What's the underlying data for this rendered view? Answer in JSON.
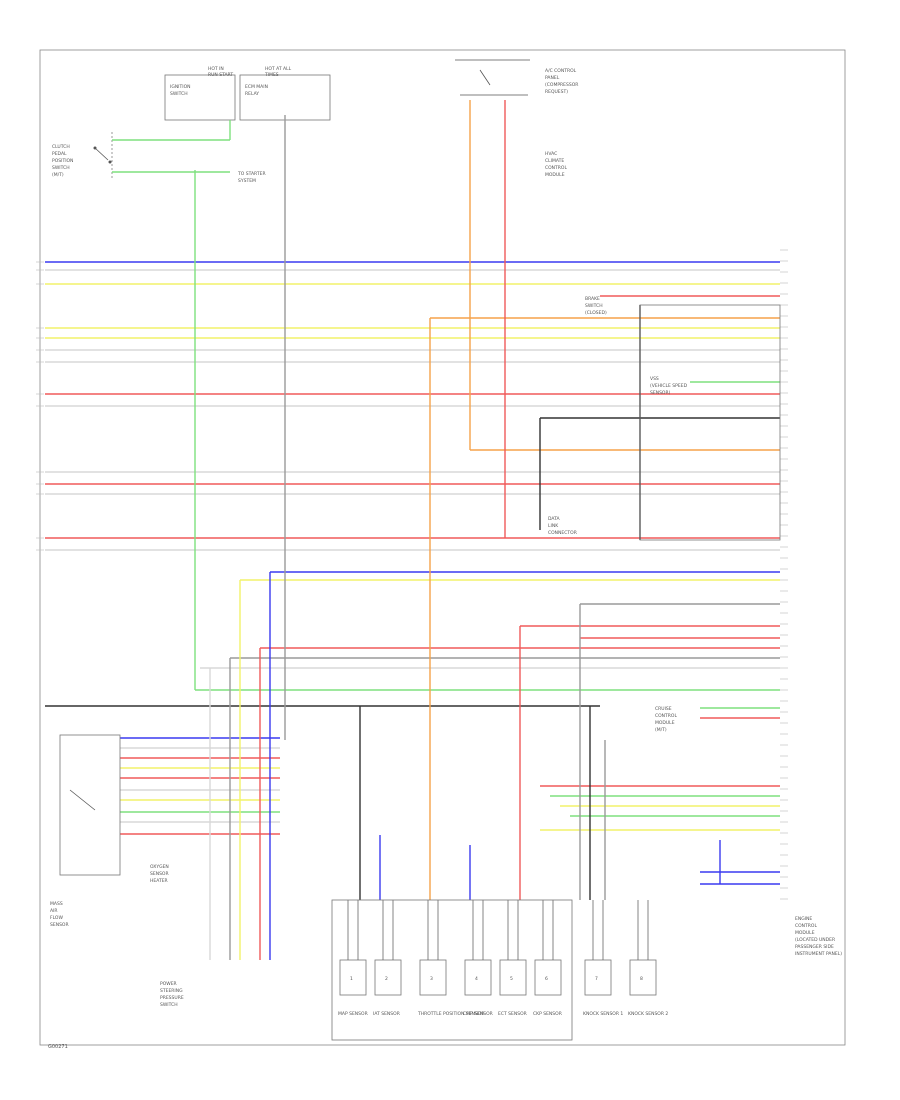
{
  "colors": {
    "violet": "#3a3af0",
    "yellow": "#f2f26a",
    "red": "#f05a5a",
    "orange": "#f5a24a",
    "green": "#7ee07e",
    "gray": "#9a9a9a",
    "black": "#333333",
    "white_wire": "#d8d8d8"
  },
  "footer_code": "G00271",
  "right_label_lines": [
    "ENGINE",
    "CONTROL",
    "MODULE",
    "(LOCATED UNDER",
    "PASSENGER SIDE",
    "INSTRUMENT PANEL)"
  ],
  "bottom_left_label": [
    "MASS",
    "AIR",
    "FLOW",
    "SENSOR"
  ],
  "bottom_components": [
    {
      "top": "1",
      "bot": "MAP SENSOR"
    },
    {
      "top": "2",
      "bot": "IAT SENSOR"
    },
    {
      "top": "3",
      "bot": "THROTTLE POSITION SENSOR"
    },
    {
      "top": "4",
      "bot": "CMP SENSOR"
    },
    {
      "top": "5",
      "bot": "ECT SENSOR"
    },
    {
      "top": "6",
      "bot": "CKP SENSOR"
    },
    {
      "top": "7",
      "bot": "KNOCK SENSOR 1"
    },
    {
      "top": "8",
      "bot": "KNOCK SENSOR 2"
    }
  ]
}
